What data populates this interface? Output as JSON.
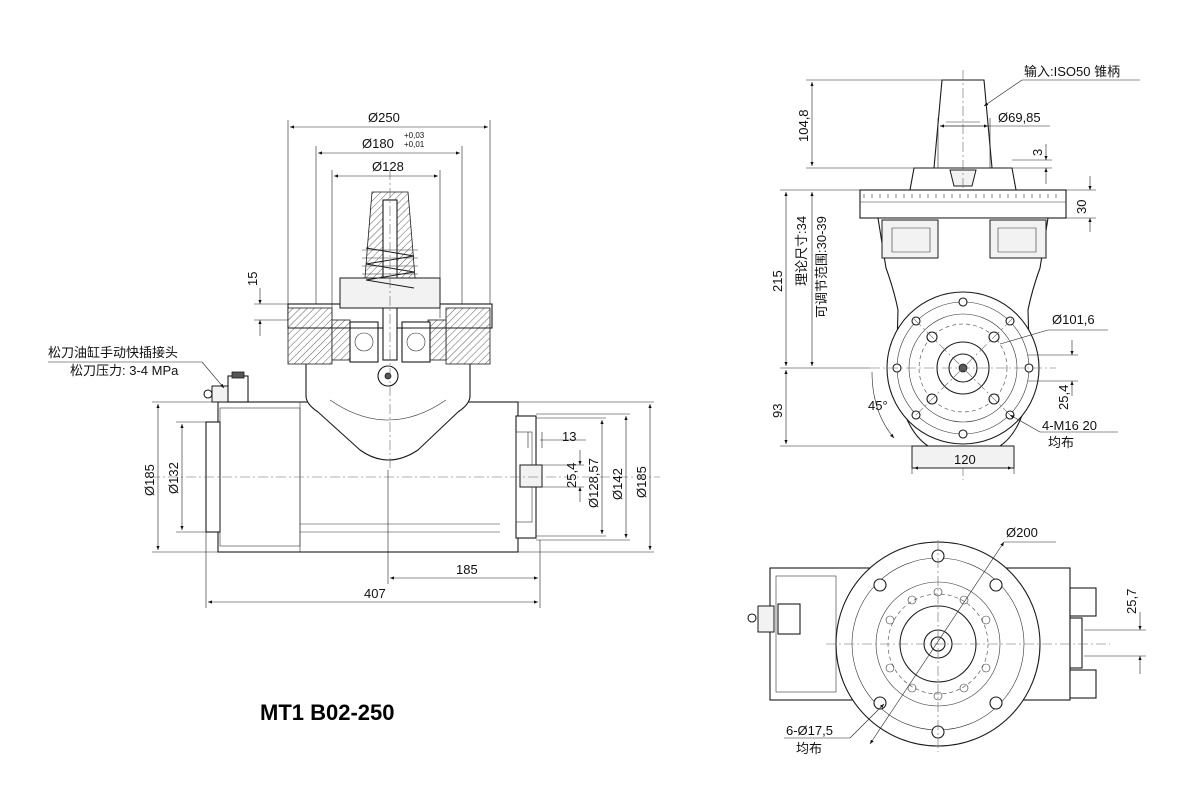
{
  "title": "MT1 B02-250",
  "side_view": {
    "dim_d250": "Ø250",
    "dim_d180": "Ø180",
    "dim_d180_tol_upper": "+0,03",
    "dim_d180_tol_lower": "+0,01",
    "dim_d128": "Ø128",
    "dim_15": "15",
    "note_clamp_connector": "松刀油缸手动快插接头",
    "note_clamp_pressure": "松刀压力: 3-4 MPa",
    "dim_d185_left": "Ø185",
    "dim_d132": "Ø132",
    "dim_13": "13",
    "dim_25_4": "25,4",
    "dim_d128_57": "Ø128,57",
    "dim_d142": "Ø142",
    "dim_d185_right": "Ø185",
    "dim_185": "185",
    "dim_407": "407"
  },
  "front_view": {
    "note_input": "输入:ISO50 锥柄",
    "dim_104_8": "104,8",
    "dim_d69_85": "Ø69,85",
    "dim_3": "3",
    "dim_30": "30",
    "dim_theory": "理论尺寸:34",
    "dim_range": "可调节范围:30-39",
    "dim_215": "215",
    "dim_d101_6": "Ø101,6",
    "dim_25_4": "25,4",
    "dim_45deg": "45°",
    "note_thread": "4-M16  20",
    "note_thread_even": "均布",
    "dim_93": "93",
    "dim_120": "120"
  },
  "top_view": {
    "dim_d200": "Ø200",
    "dim_25_7": "25,7",
    "note_holes": "6-Ø17,5",
    "note_holes_even": "均布"
  }
}
